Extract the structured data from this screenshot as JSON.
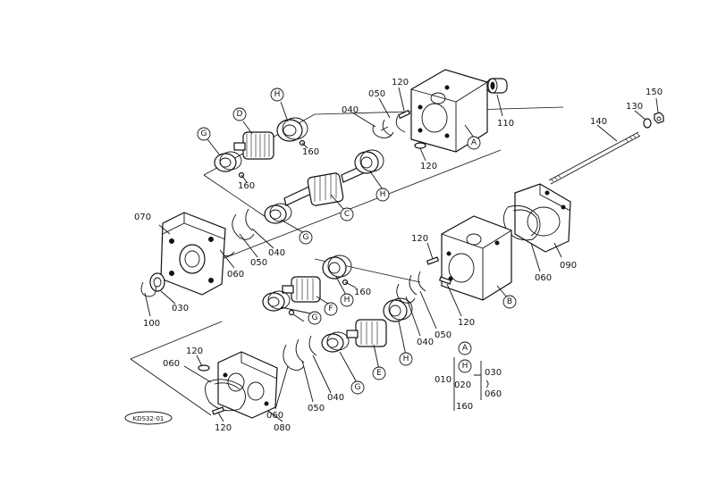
{
  "callouts": {
    "c070": "070",
    "c100": "100",
    "c030": "030",
    "c060_upper": "060",
    "c050_upper": "050",
    "c040_upper": "040",
    "c160_upper_a": "160",
    "c160_upper_b": "160",
    "c040_top": "040",
    "c050_top": "050",
    "c120_top": "120",
    "c110": "110",
    "c120_top_b": "120",
    "c140": "140",
    "c130": "130",
    "c150": "150",
    "c060_right": "060",
    "c090": "090",
    "c120_mid": "120",
    "c160_mid": "160",
    "c040_mid": "040",
    "c050_mid": "050",
    "c120_mid_b": "120",
    "c120_low": "120",
    "c060_low": "060",
    "c060_low_b": "060",
    "c050_low": "050",
    "c040_low": "040",
    "c080": "080",
    "c120_bottom": "120"
  },
  "letters": {
    "H": "H",
    "D": "D",
    "G": "G",
    "C": "C",
    "A": "A",
    "B": "B",
    "E": "E",
    "F": "F"
  },
  "legend": {
    "group_code": "010",
    "item_a": "A",
    "item_h": "H",
    "sub_code": "020",
    "sub_last": "160",
    "alt_top": "030",
    "alt_bottom": "060"
  },
  "drawing_code": "KDS32-01"
}
